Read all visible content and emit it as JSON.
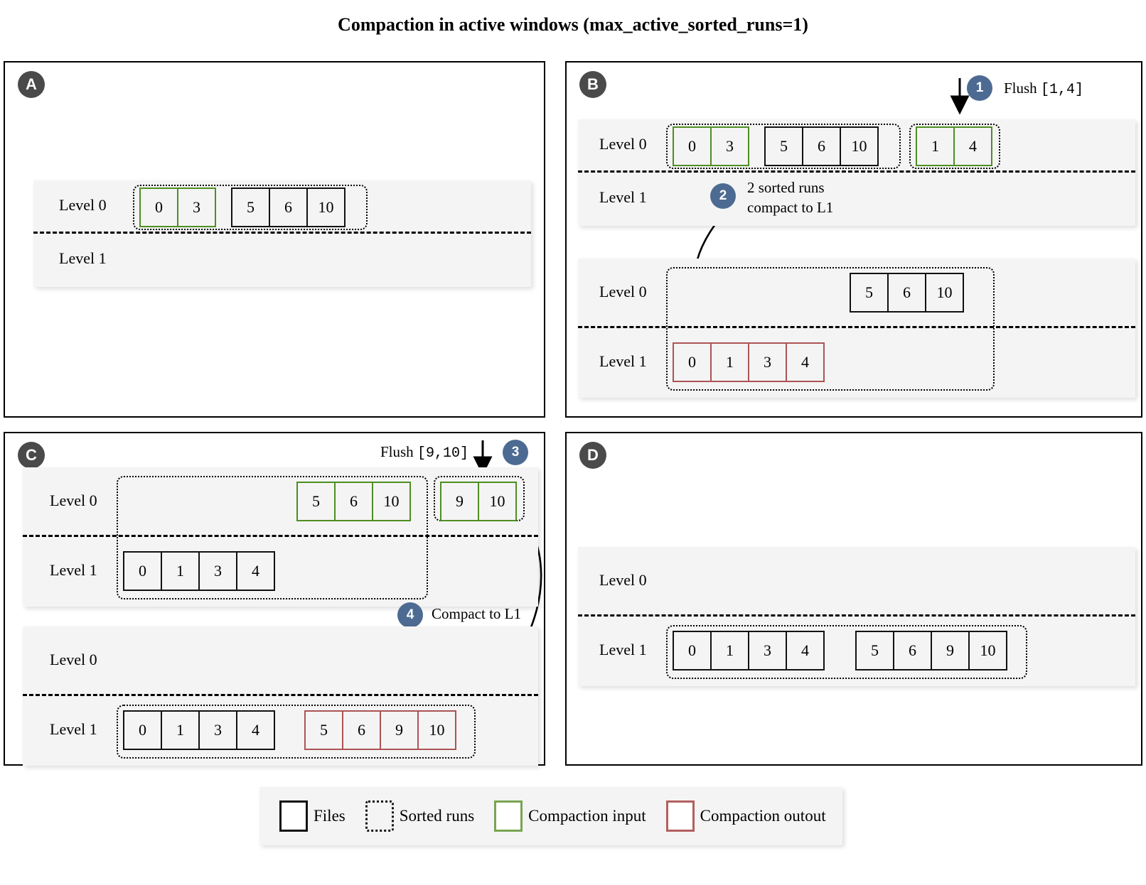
{
  "title": "Compaction in active windows (max_active_sorted_runs=1)",
  "colors": {
    "files_border": "#111111",
    "compaction_input": "#4e8e22",
    "compaction_output": "#ac5454",
    "sorted_run_border": "#000000",
    "step_badge": "#4d6b92",
    "panel_badge": "#4a4a4a",
    "level_band": "#f4f4f4"
  },
  "level_labels": {
    "l0": "Level 0",
    "l1": "Level 1"
  },
  "panels": {
    "a": {
      "badge": "A",
      "states": [
        {
          "l0_runs": [
            {
              "kind": "compaction-input",
              "files": [
                "0",
                "3"
              ]
            },
            {
              "kind": "files",
              "files": [
                "5",
                "6",
                "10"
              ]
            }
          ],
          "l1_runs": []
        }
      ]
    },
    "b": {
      "badge": "B",
      "annotations": [
        {
          "step": "1",
          "label": "Flush",
          "arg": "[1,4]"
        },
        {
          "step": "2",
          "label": "2 sorted runs",
          "label2": "compact to L1"
        }
      ],
      "states": [
        {
          "l0_runs": [
            {
              "kind": "compaction-input",
              "files": [
                "0",
                "3"
              ]
            },
            {
              "kind": "files",
              "files": [
                "5",
                "6",
                "10"
              ]
            },
            {
              "kind": "compaction-input",
              "files": [
                "1",
                "4"
              ]
            }
          ],
          "l1_runs": []
        },
        {
          "l0_runs": [
            {
              "kind": "files",
              "files": [
                "5",
                "6",
                "10"
              ]
            }
          ],
          "l1_runs": [
            {
              "kind": "compaction-output",
              "files": [
                "0",
                "1",
                "3",
                "4"
              ]
            }
          ]
        }
      ]
    },
    "c": {
      "badge": "C",
      "annotations": [
        {
          "step": "3",
          "label": "Flush",
          "arg": "[9,10]"
        },
        {
          "step": "4",
          "label": "Compact to L1"
        }
      ],
      "states": [
        {
          "l0_runs": [
            {
              "kind": "compaction-input",
              "files": [
                "5",
                "6",
                "10"
              ]
            },
            {
              "kind": "compaction-input",
              "files": [
                "9",
                "10"
              ]
            }
          ],
          "l1_runs": [
            {
              "kind": "files",
              "files": [
                "0",
                "1",
                "3",
                "4"
              ]
            }
          ]
        },
        {
          "l0_runs": [],
          "l1_runs": [
            {
              "kind": "files",
              "files": [
                "0",
                "1",
                "3",
                "4"
              ]
            },
            {
              "kind": "compaction-output",
              "files": [
                "5",
                "6",
                "9",
                "10"
              ]
            }
          ]
        }
      ]
    },
    "d": {
      "badge": "D",
      "states": [
        {
          "l0_runs": [],
          "l1_runs": [
            {
              "kind": "files",
              "files": [
                "0",
                "1",
                "3",
                "4"
              ]
            },
            {
              "kind": "files",
              "files": [
                "5",
                "6",
                "9",
                "10"
              ]
            }
          ]
        }
      ]
    }
  },
  "legend": {
    "items": [
      {
        "icon": "files-swatch",
        "label": "Files"
      },
      {
        "icon": "sorted-runs-swatch",
        "label": "Sorted runs"
      },
      {
        "icon": "compaction-input-swatch",
        "label": "Compaction input"
      },
      {
        "icon": "compaction-output-swatch",
        "label": "Compaction outout"
      }
    ]
  }
}
